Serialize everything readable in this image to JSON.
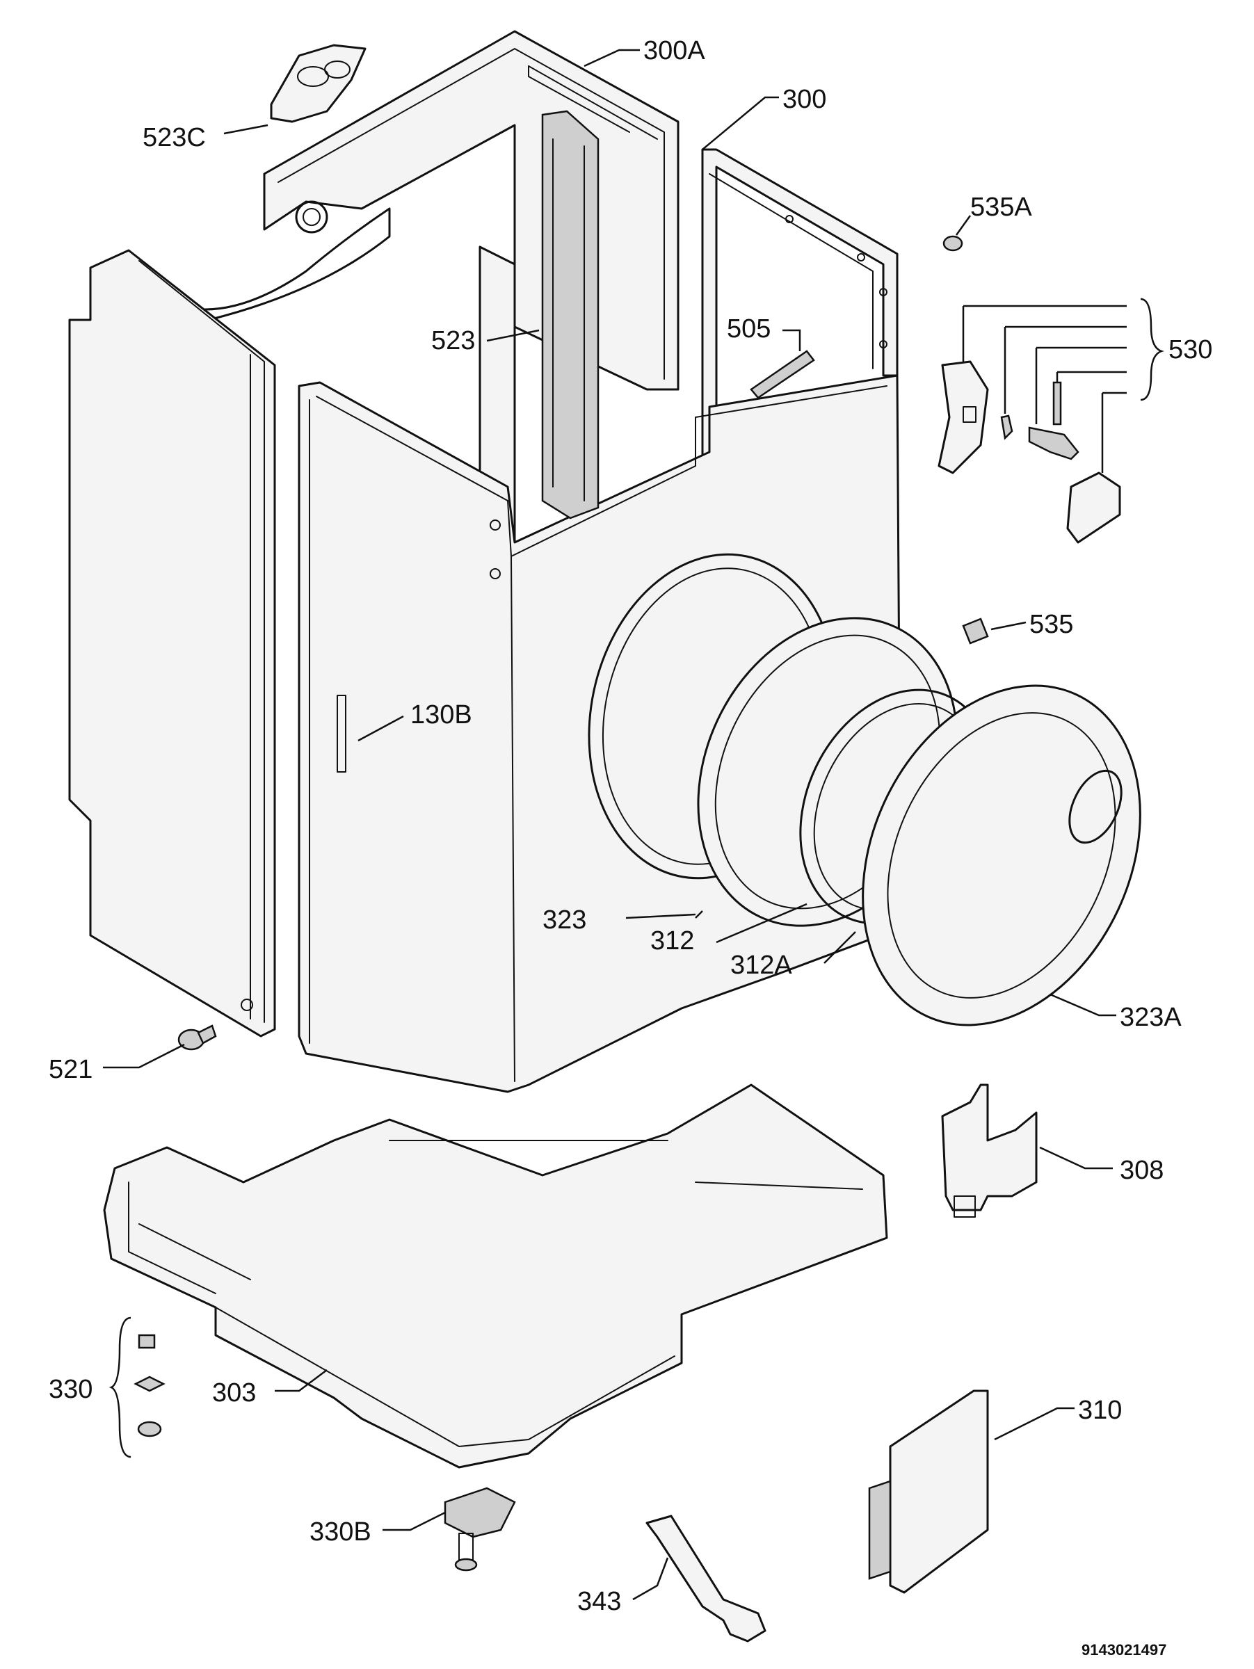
{
  "document_number": "9143021497",
  "labels": {
    "l523c": "523C",
    "l300a": "300A",
    "l300": "300",
    "l535a": "535A",
    "l530": "530",
    "l505": "505",
    "l523": "523",
    "l535": "535",
    "l130b": "130B",
    "l323": "323",
    "l312": "312",
    "l312a": "312A",
    "l323a": "323A",
    "l521": "521",
    "l308": "308",
    "l330": "330",
    "l303": "303",
    "l310": "310",
    "l330b": "330B",
    "l343": "343"
  }
}
